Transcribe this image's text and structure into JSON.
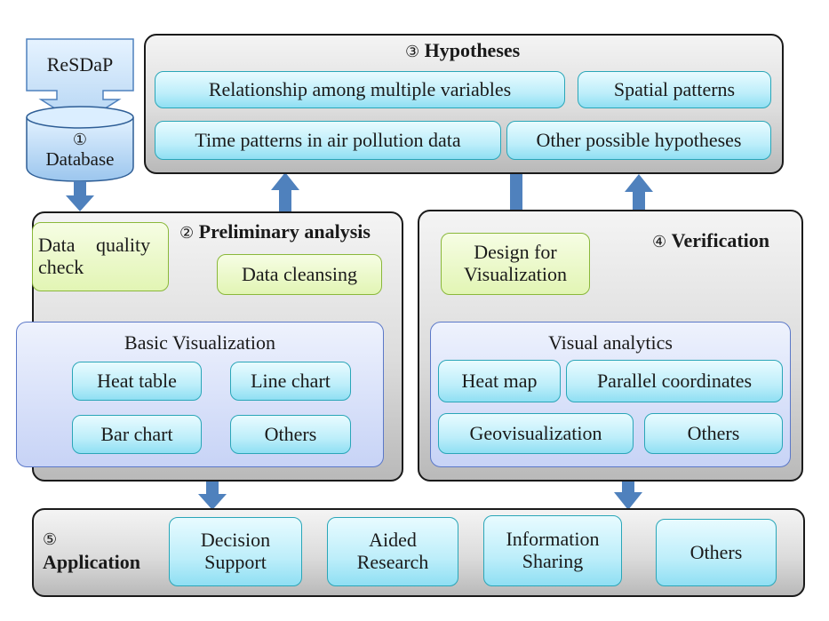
{
  "source": {
    "label": "ReSDaP"
  },
  "database": {
    "number": "①",
    "label": "Database"
  },
  "hypotheses": {
    "number": "③",
    "title": "Hypotheses",
    "items": [
      "Relationship among multiple variables",
      "Spatial patterns",
      "Time patterns in air pollution data",
      "Other possible hypotheses"
    ]
  },
  "preliminary": {
    "number": "②",
    "title": "Preliminary analysis",
    "quality_check": "Data quality check",
    "quality_check_line1": "Data quality",
    "quality_check_line2": "check",
    "cleansing": "Data cleansing",
    "basic_vis": {
      "title": "Basic Visualization",
      "items": [
        "Heat table",
        "Line chart",
        "Bar chart",
        "Others"
      ]
    }
  },
  "verification": {
    "number": "④",
    "title": "Verification",
    "design_line1": "Design for",
    "design_line2": "Visualization",
    "visual_analytics": {
      "title": "Visual analytics",
      "items": [
        "Heat map",
        "Parallel coordinates",
        "Geovisualization",
        "Others"
      ]
    }
  },
  "application": {
    "number": "⑤",
    "title": "Application",
    "items": [
      {
        "line1": "Decision",
        "line2": "Support"
      },
      {
        "line1": "Aided",
        "line2": "Research"
      },
      {
        "line1": "Information",
        "line2": "Sharing"
      },
      {
        "line1": "Others",
        "line2": ""
      }
    ]
  },
  "colors": {
    "arrow": "#4f81bd",
    "cyan_border": "#2aa6b8",
    "green_border": "#8ab83a",
    "blue_border": "#5b78c8"
  }
}
